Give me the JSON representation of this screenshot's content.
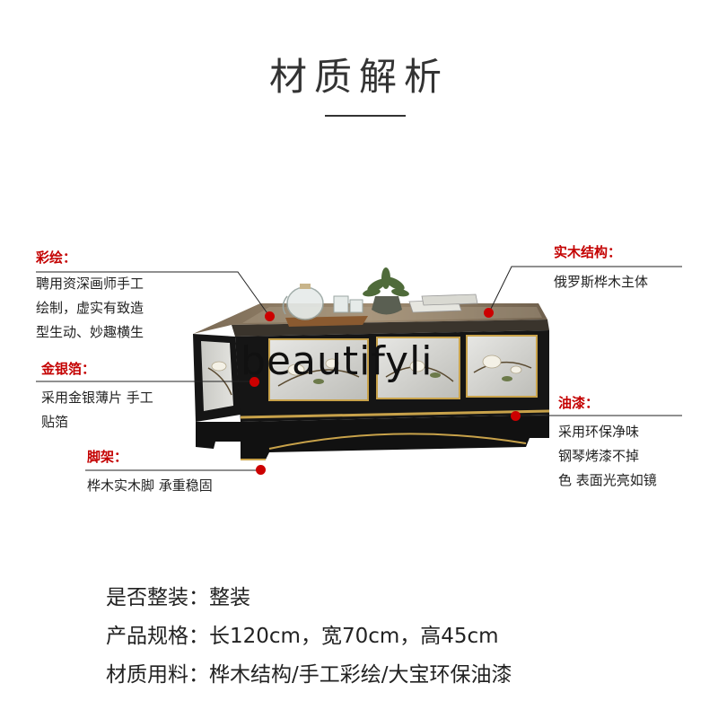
{
  "title": "材质解析",
  "watermark": "beautifyli",
  "callouts": {
    "caihui": {
      "label": "彩绘：",
      "lines": [
        "聘用资深画师手工",
        "绘制，虚实有致造",
        "型生动、妙趣横生"
      ]
    },
    "jinyinbo": {
      "label": "金银箔：",
      "lines": [
        "采用金银薄片 手工",
        "贴箔"
      ]
    },
    "jiaojia": {
      "label": "脚架：",
      "lines": [
        "桦木实木脚 承重稳固"
      ]
    },
    "shimu": {
      "label": "实木结构：",
      "lines": [
        "俄罗斯桦木主体"
      ]
    },
    "youqi": {
      "label": "油漆：",
      "lines": [
        "采用环保净味",
        "钢琴烤漆不掉",
        "色 表面光亮如镜"
      ]
    }
  },
  "specs": [
    "是否整装：整装",
    "产品规格：长120cm，宽70cm，高45cm",
    "材质用料：桦木结构/手工彩绘/大宝环保油漆"
  ],
  "colors": {
    "accent": "#cc0000",
    "label": "#c40000",
    "text": "#222222"
  }
}
